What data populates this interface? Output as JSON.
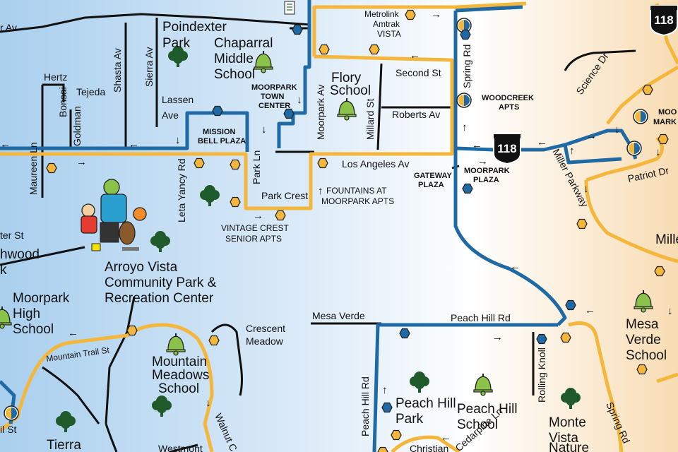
{
  "map": {
    "colors": {
      "route_blue": "#1f6aa5",
      "route_yellow": "#f5b73b",
      "road": "#111111",
      "bg_left": "#a9cfee",
      "bg_mid": "#ffffff",
      "bg_right": "#f8dcb3",
      "school_bell": "#8bc34a",
      "tree": "#1e5a2a"
    },
    "streets": {
      "hertz": "Hertz",
      "tejeda": "Tejeda",
      "bonsai": "Bonsai",
      "goldman": "Goldman",
      "shasta": "Shasta Av",
      "sierra": "Sierra Av",
      "lassen": "Lassen",
      "lassen_ave": "Ave",
      "top_left_av": "r Av",
      "maureen": "Maureen Ln",
      "leta_yancy": "Leta Yancy Rd",
      "park_ln": "Park Ln",
      "park_crest": "Park Crest",
      "moorpark_av": "Moorpark Av",
      "millard": "Millard St",
      "second_st": "Second St",
      "roberts_av": "Roberts Av",
      "los_angeles_av": "Los Angeles Av",
      "spring_rd_top": "Spring Rd",
      "science_dr": "Science Dr",
      "miller_parkway": "Miller Parkway",
      "patriot_dr": "Patriot Dr",
      "mille": "Mille",
      "mesa_verde": "Mesa Verde",
      "peach_hill_rd": "Peach Hill Rd",
      "peach_hill_rd_v": "Peach Hill Rd",
      "rolling_knoll": "Rolling Knoll",
      "spring_rd_bottom": "Spring Rd",
      "mountain_trail": "Mountain Trail St",
      "walnut": "Walnut C",
      "westmont": "Westmont",
      "christian": "Christian",
      "cedarpine": "Cedarpine Ln",
      "ter_st": "ter St",
      "il_st": "il St"
    },
    "places": {
      "poindexter_park_1": "Poindexter",
      "poindexter_park_2": "Park",
      "chaparral_1": "Chaparral",
      "chaparral_2": "Middle",
      "chaparral_3": "School",
      "flory_1": "Flory",
      "flory_2": "School",
      "moorpark_town_center_1": "MOORPARK",
      "moorpark_town_center_2": "TOWN",
      "moorpark_town_center_3": "CENTER",
      "mission_bell_1": "MISSION",
      "mission_bell_2": "BELL PLAZA",
      "metrolink": "Metrolink",
      "amtrak": "Amtrak",
      "vista": "VISTA",
      "woodcreek_1": "WOODCREEK",
      "woodcreek_2": "APTS",
      "gateway_1": "GATEWAY",
      "gateway_2": "PLAZA",
      "moorpark_plaza_1": "MOORPARK",
      "moorpark_plaza_2": "PLAZA",
      "moorpark_market_1": "MOO",
      "moorpark_market_2": "MARK",
      "fountains_1": "FOUNTAINS AT",
      "fountains_2": "MOORPARK APTS",
      "vintage_1": "VINTAGE CREST",
      "vintage_2": "SENIOR APTS",
      "arroyo_1": "Arroyo Vista",
      "arroyo_2": "Community Park &",
      "arroyo_3": "Recreation Center",
      "moorpark_high_1": "Moorpark",
      "moorpark_high_2": "High",
      "moorpark_high_3": "School",
      "hwood_1": "hwood",
      "hwood_2": "k",
      "mountain_meadows_1": "Mountain",
      "mountain_meadows_2": "Meadows",
      "mountain_meadows_3": "School",
      "crescent_1": "Crescent",
      "crescent_2": "Meadow",
      "peach_hill_park_1": "Peach Hill",
      "peach_hill_park_2": "Park",
      "peach_hill_school_1": "Peach Hill",
      "peach_hill_school_2": "School",
      "mesa_verde_school_1": "Mesa",
      "mesa_verde_school_2": "Verde",
      "mesa_verde_school_3": "School",
      "monte_vista_1": "Monte",
      "monte_vista_2": "Vista",
      "monte_vista_3": "Nature",
      "tierra": "Tierra"
    },
    "highways": {
      "shield_a": "118",
      "shield_b": "118"
    },
    "arrows": {
      "right": "→",
      "left": "←",
      "up": "↑",
      "down": "↓"
    }
  }
}
